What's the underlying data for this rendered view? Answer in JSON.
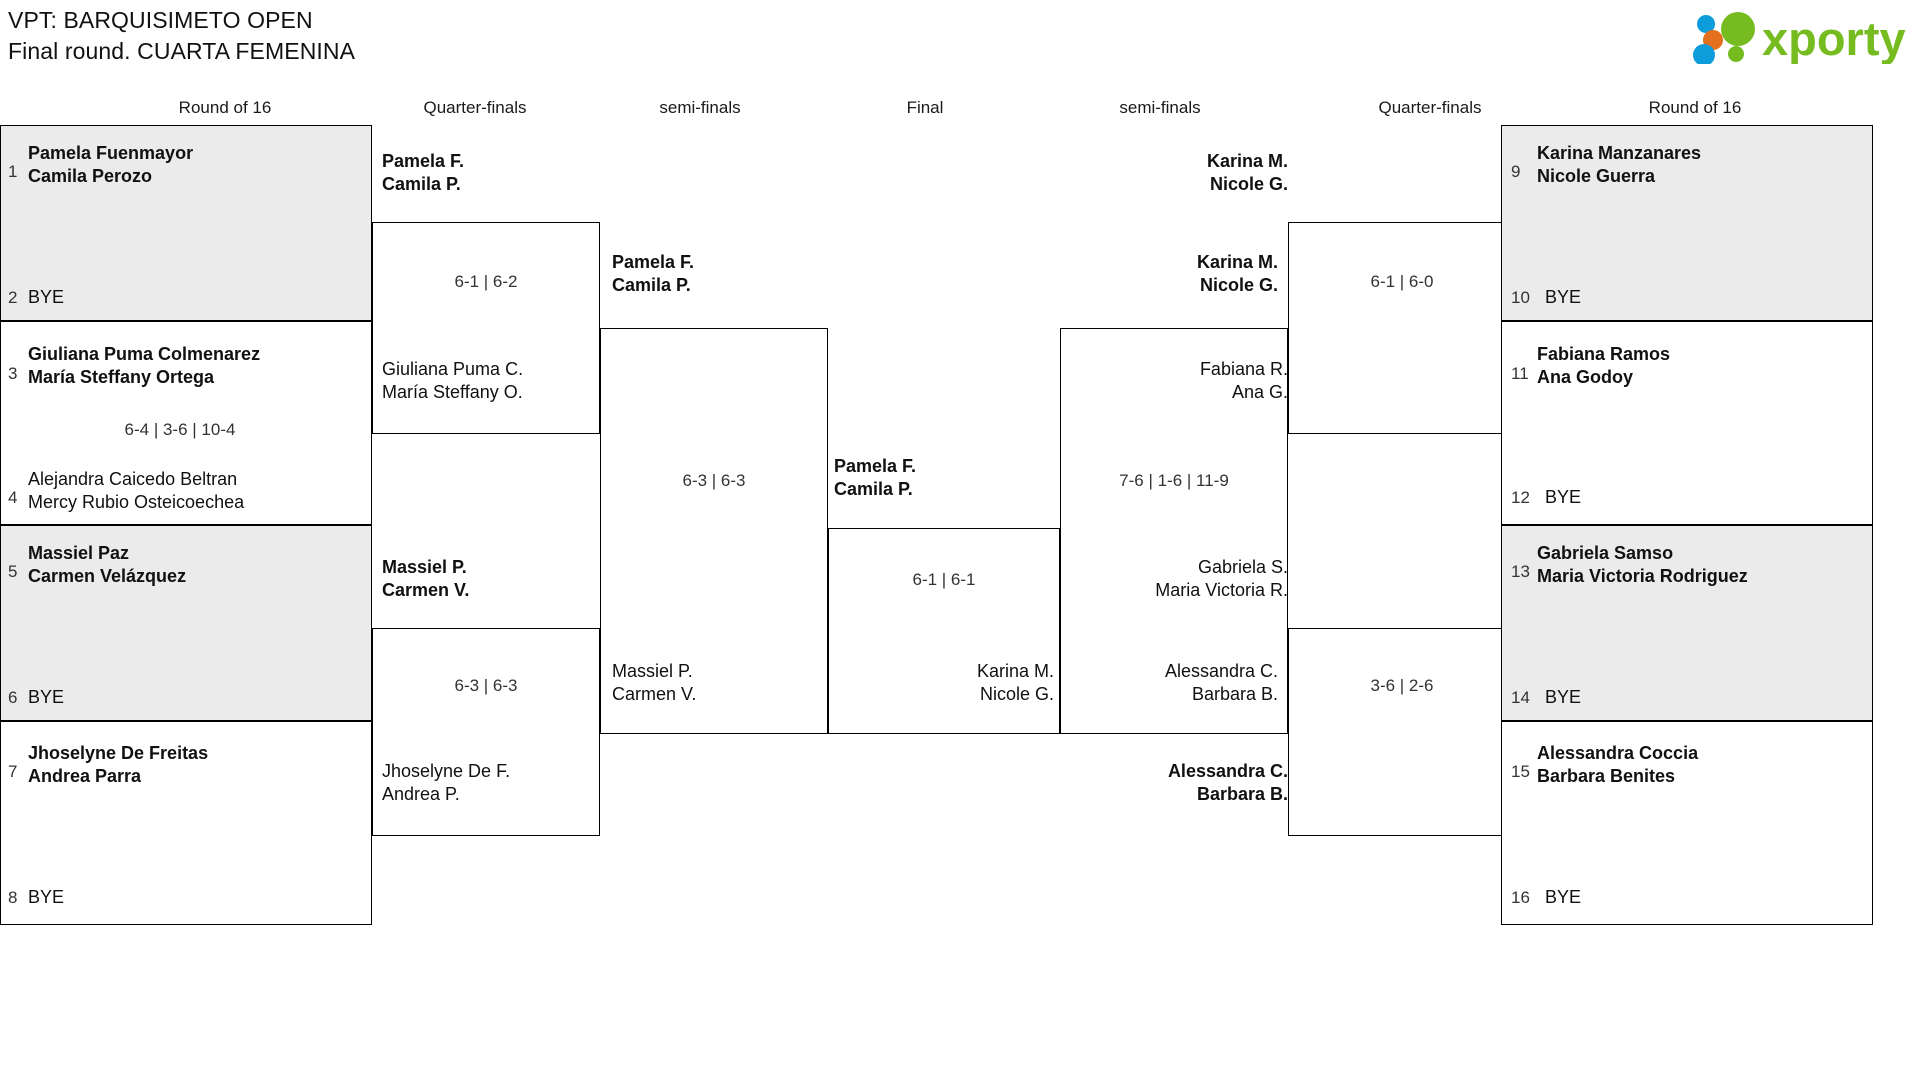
{
  "header": {
    "title_line1": "VPT: BARQUISIMETO OPEN",
    "title_line2": "Final round. CUARTA FEMENINA",
    "logo_text": "xporty",
    "logo_colors": {
      "green": "#76bc21",
      "blue": "#0d9ddb",
      "orange": "#e4701e"
    }
  },
  "columns": {
    "left_r16": "Round of 16",
    "left_qf": "Quarter-finals",
    "left_sf": "semi-finals",
    "final": "Final",
    "right_sf": "semi-finals",
    "right_qf": "Quarter-finals",
    "right_r16": "Round of 16"
  },
  "left_round_of_16": [
    {
      "top": {
        "seed": "1",
        "names": "Pamela Fuenmayor\nCamila Perozo",
        "winner": true
      },
      "bottom": {
        "seed": "2",
        "names": "BYE",
        "winner": false
      },
      "score": "",
      "shaded": true
    },
    {
      "top": {
        "seed": "3",
        "names": "Giuliana Puma Colmenarez\nMaría Steffany Ortega",
        "winner": true
      },
      "bottom": {
        "seed": "4",
        "names": "Alejandra Caicedo Beltran\nMercy Rubio Osteicoechea",
        "winner": false
      },
      "score": "6-4 | 3-6 | 10-4",
      "shaded": false
    },
    {
      "top": {
        "seed": "5",
        "names": "Massiel Paz\nCarmen Velázquez",
        "winner": true
      },
      "bottom": {
        "seed": "6",
        "names": "BYE",
        "winner": false
      },
      "score": "",
      "shaded": true
    },
    {
      "top": {
        "seed": "7",
        "names": "Jhoselyne De Freitas\nAndrea Parra",
        "winner": true
      },
      "bottom": {
        "seed": "8",
        "names": "BYE",
        "winner": false
      },
      "score": "",
      "shaded": false
    }
  ],
  "right_round_of_16": [
    {
      "top": {
        "seed": "9",
        "names": "Karina Manzanares\nNicole Guerra",
        "winner": true
      },
      "bottom": {
        "seed": "10",
        "names": "BYE",
        "winner": false
      },
      "score": "",
      "shaded": true
    },
    {
      "top": {
        "seed": "11",
        "names": "Fabiana Ramos\nAna Godoy",
        "winner": true
      },
      "bottom": {
        "seed": "12",
        "names": "BYE",
        "winner": false
      },
      "score": "",
      "shaded": false
    },
    {
      "top": {
        "seed": "13",
        "names": "Gabriela Samso\nMaria Victoria Rodriguez",
        "winner": true
      },
      "bottom": {
        "seed": "14",
        "names": "BYE",
        "winner": false
      },
      "score": "",
      "shaded": true
    },
    {
      "top": {
        "seed": "15",
        "names": "Alessandra Coccia\nBarbara Benites",
        "winner": true
      },
      "bottom": {
        "seed": "16",
        "names": "BYE",
        "winner": false
      },
      "score": "",
      "shaded": false
    }
  ],
  "left_quarter_finals": [
    {
      "top": "Pamela F.\nCamila P.",
      "top_winner": true,
      "bottom": "Giuliana Puma C.\nMaría Steffany O.",
      "bottom_winner": false,
      "score": "6-1 | 6-2"
    },
    {
      "top": "Massiel P.\nCarmen V.",
      "top_winner": true,
      "bottom": "Jhoselyne De F.\nAndrea P.",
      "bottom_winner": false,
      "score": "6-3 | 6-3"
    }
  ],
  "right_quarter_finals": [
    {
      "top": "Karina M.\nNicole G.",
      "top_winner": true,
      "bottom": "Fabiana R.\nAna G.",
      "bottom_winner": false,
      "score": "6-1 | 6-0"
    },
    {
      "top": "Gabriela S.\nMaria Victoria R.",
      "top_winner": false,
      "bottom": "Alessandra C.\nBarbara B.",
      "bottom_winner": true,
      "score": "3-6 | 2-6"
    }
  ],
  "left_semi_final": {
    "top": "Pamela F.\nCamila P.",
    "top_winner": true,
    "bottom": "Massiel P.\nCarmen V.",
    "bottom_winner": false,
    "score": "6-3 | 6-3"
  },
  "right_semi_final": {
    "top": "Karina M.\nNicole G.",
    "top_winner": true,
    "bottom": "Alessandra C.\nBarbara B.",
    "bottom_winner": false,
    "score": "7-6 | 1-6 | 11-9"
  },
  "final_match": {
    "top": "Pamela F.\nCamila P.",
    "top_winner": true,
    "bottom": "Karina M.\nNicole G.",
    "bottom_winner": false,
    "score": "6-1 | 6-1"
  }
}
